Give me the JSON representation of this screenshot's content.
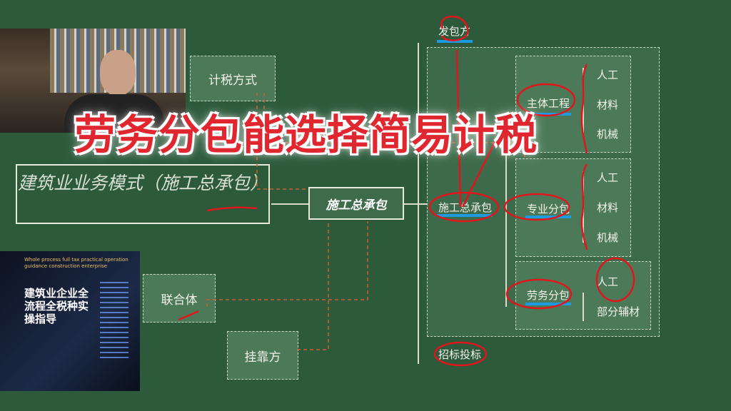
{
  "diagram": {
    "tax_method": "计税方式",
    "business_mode": "建筑业业务模式（施工总承包）",
    "gc_tag": "施工总承包",
    "employer": "发包方",
    "general_contract": "施工总承包",
    "main_works": "主体工程",
    "specialty_sub": "专业分包",
    "labor_sub": "劳务分包",
    "main_items": [
      "人工",
      "材料",
      "机械"
    ],
    "specialty_items": [
      "人工",
      "材料",
      "机械"
    ],
    "labor_items": [
      "人工",
      "部分辅材"
    ],
    "consortium": "联合体",
    "affiliated": "挂靠方",
    "bidding": "招标投标"
  },
  "caption": "劳务分包能选择简易计税",
  "book": {
    "title_en": "Whole process full tax practical operation guidance construction enterprise",
    "title": "建筑业企业全流程全税种实操指导"
  },
  "colors": {
    "board": "#2c5a3b",
    "caption": "#e0262e",
    "annotation": "#e0161e",
    "underline": "#1e9ae0"
  }
}
